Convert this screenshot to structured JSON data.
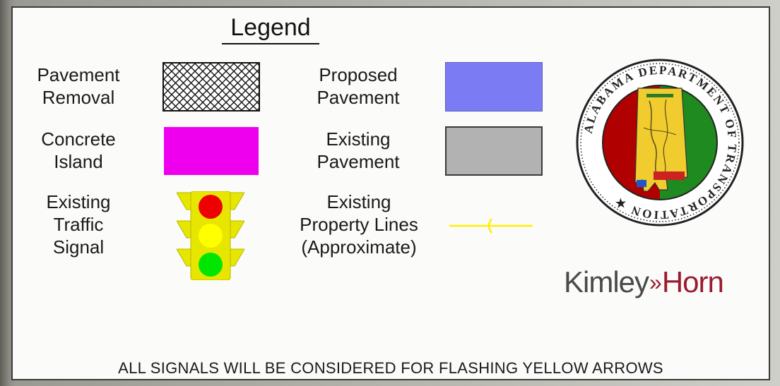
{
  "legend": {
    "title": "Legend",
    "items": [
      {
        "label_lines": [
          "Pavement",
          "Removal"
        ],
        "icon": "crosshatch-swatch"
      },
      {
        "label_lines": [
          "Concrete",
          "Island"
        ],
        "icon": "magenta-swatch",
        "color": "#ee00ee"
      },
      {
        "label_lines": [
          "Existing",
          "Traffic",
          "Signal"
        ],
        "icon": "traffic-signal-icon"
      },
      {
        "label_lines": [
          "Proposed",
          "Pavement"
        ],
        "icon": "blue-swatch",
        "color": "#7b7bf3"
      },
      {
        "label_lines": [
          "Existing",
          "Pavement"
        ],
        "icon": "gray-swatch",
        "color": "#b2b2b2"
      },
      {
        "label_lines": [
          "Existing",
          "Property Lines",
          "(Approximate)"
        ],
        "icon": "yellow-line-icon",
        "color": "#ffee00"
      }
    ]
  },
  "seal": {
    "ring_text": "ALABAMA DEPARTMENT OF TRANSPORTATION",
    "icon": "aldot-seal-icon"
  },
  "logo": {
    "part1": "Kimley",
    "chevrons": "»",
    "part2": "Horn"
  },
  "footer": "ALL SIGNALS WILL BE CONSIDERED FOR FLASHING YELLOW ARROWS",
  "colors": {
    "signal_housing": "#e6e600",
    "signal_red": "#ee0000",
    "signal_yellow": "#ffff00",
    "signal_green": "#00e600",
    "brand_red": "#9b1b30"
  }
}
